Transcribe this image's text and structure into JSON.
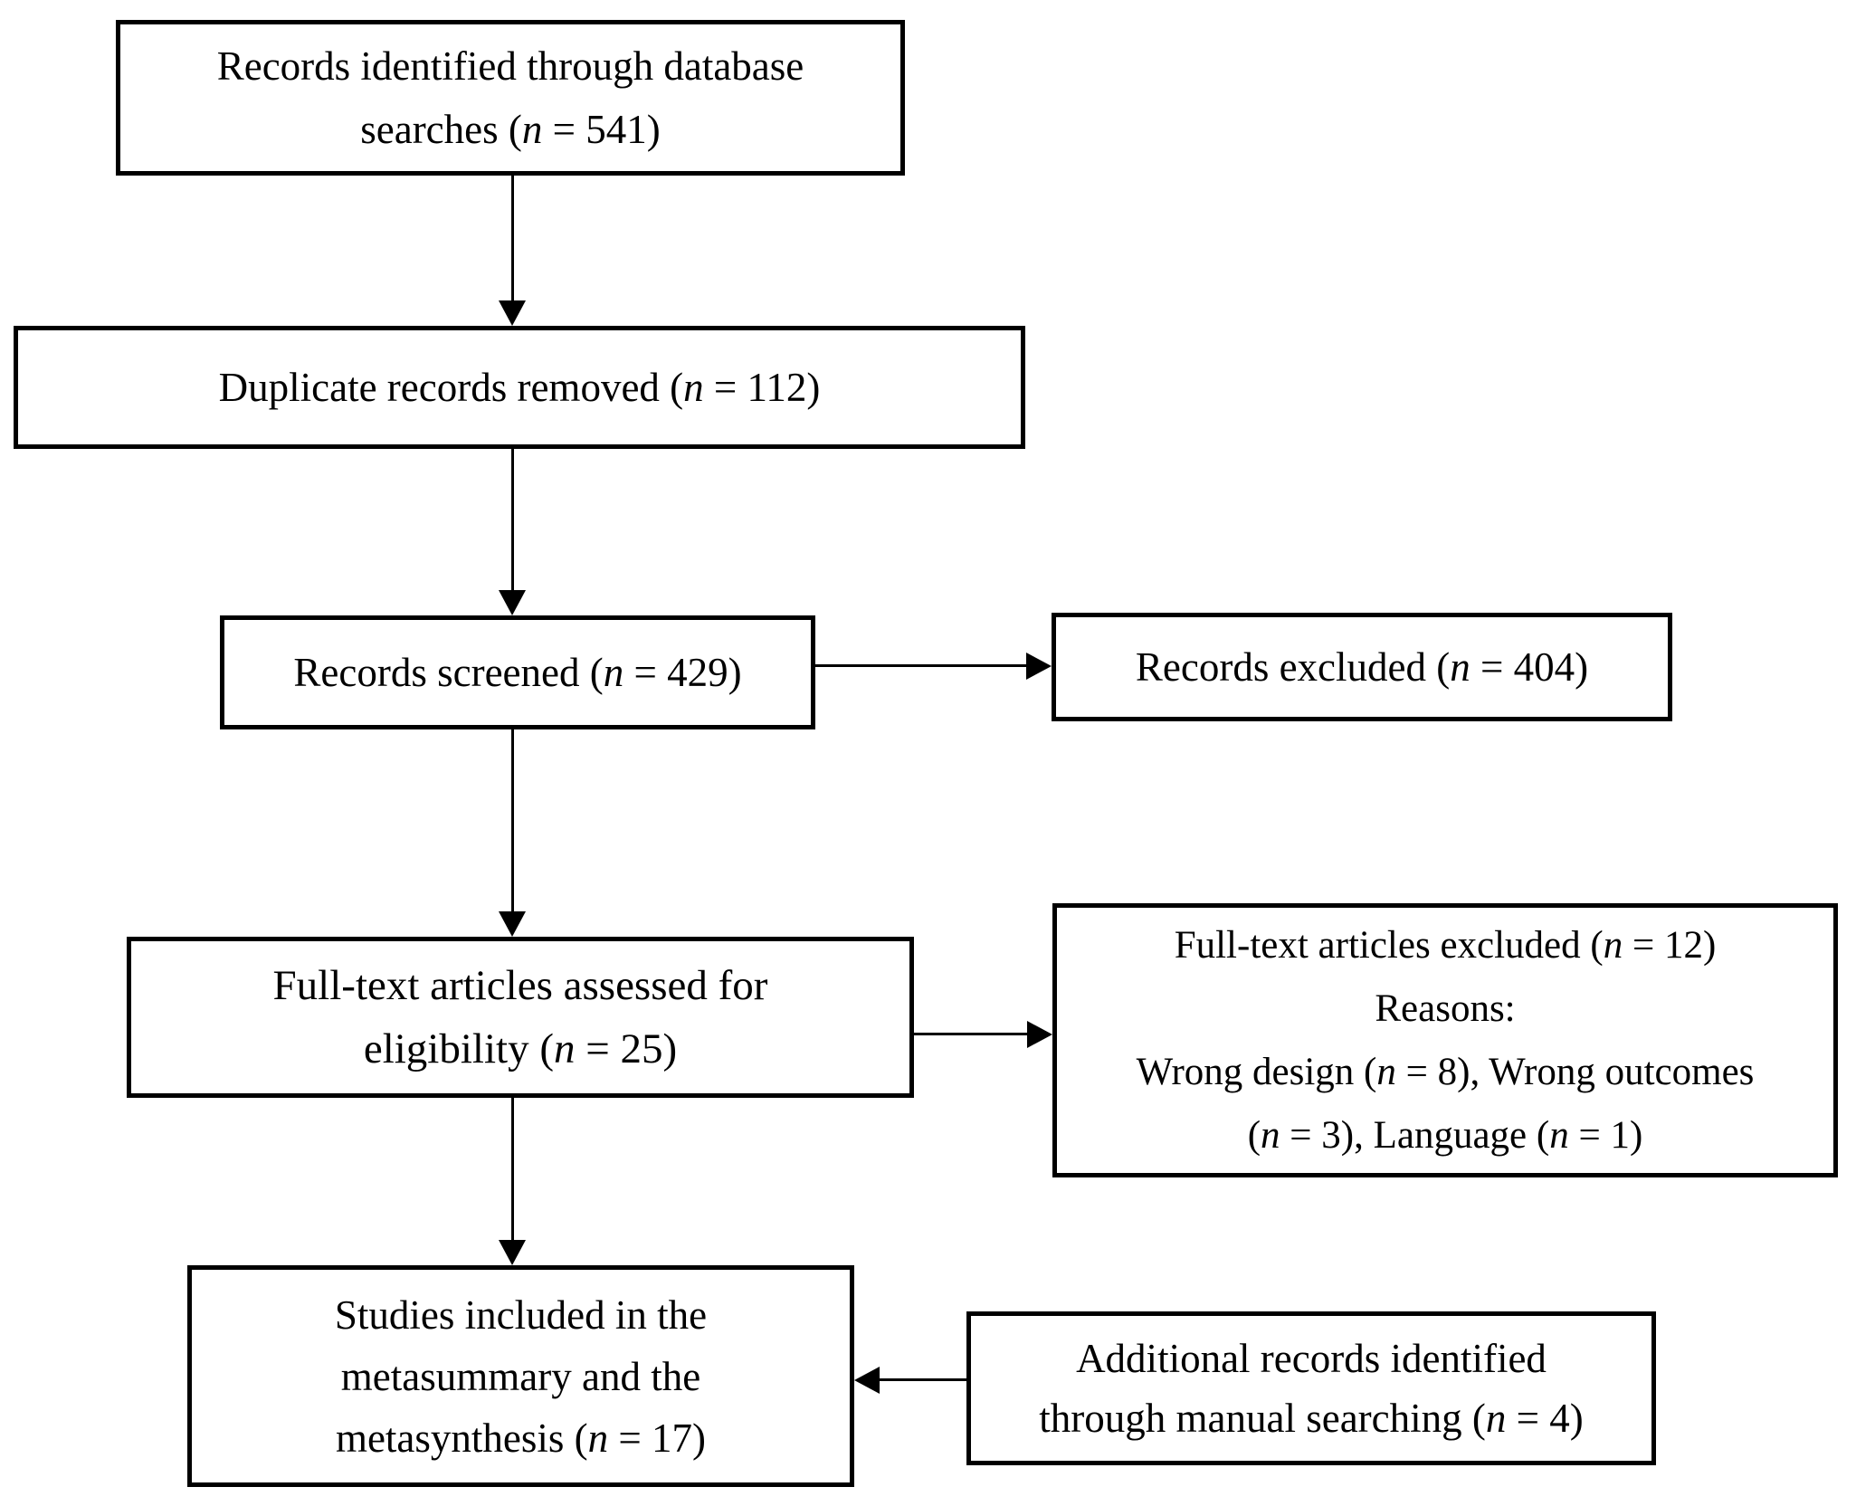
{
  "figure": {
    "kind": "study-selection-flow-diagram",
    "colors": {
      "background": "#ffffff",
      "box_border": "#000000",
      "text": "#000000",
      "arrow": "#000000"
    },
    "boxes": {
      "identified": {
        "lines": [
          [
            {
              "t": "Records identified through database"
            }
          ],
          [
            {
              "t": "searches ("
            },
            {
              "t": "n",
              "i": true
            },
            {
              "t": " = 541)"
            }
          ]
        ]
      },
      "duplicates": {
        "lines": [
          [
            {
              "t": "Duplicate records removed ("
            },
            {
              "t": "n",
              "i": true
            },
            {
              "t": " = 112)"
            }
          ]
        ]
      },
      "screened": {
        "lines": [
          [
            {
              "t": "Records screened ("
            },
            {
              "t": "n",
              "i": true
            },
            {
              "t": " = 429)"
            }
          ]
        ]
      },
      "records_excluded": {
        "lines": [
          [
            {
              "t": "Records excluded ("
            },
            {
              "t": "n",
              "i": true
            },
            {
              "t": " = 404)"
            }
          ]
        ]
      },
      "fulltext_assessed": {
        "lines": [
          [
            {
              "t": "Full-text articles assessed for"
            }
          ],
          [
            {
              "t": "eligibility ("
            },
            {
              "t": "n",
              "i": true
            },
            {
              "t": " = 25)"
            }
          ]
        ]
      },
      "fulltext_excluded": {
        "lines": [
          [
            {
              "t": "Full-text articles excluded ("
            },
            {
              "t": "n",
              "i": true
            },
            {
              "t": " = 12)"
            }
          ],
          [
            {
              "t": "Reasons:"
            }
          ],
          [
            {
              "t": "Wrong design ("
            },
            {
              "t": "n",
              "i": true
            },
            {
              "t": " = 8), Wrong outcomes"
            }
          ],
          [
            {
              "t": "("
            },
            {
              "t": "n",
              "i": true
            },
            {
              "t": " = 3), Language ("
            },
            {
              "t": "n",
              "i": true
            },
            {
              "t": " = 1)"
            }
          ]
        ]
      },
      "included": {
        "lines": [
          [
            {
              "t": "Studies included in the"
            }
          ],
          [
            {
              "t": "metasummary and the"
            }
          ],
          [
            {
              "t": "metasynthesis ("
            },
            {
              "t": "n",
              "i": true
            },
            {
              "t": " = 17)"
            }
          ]
        ]
      },
      "additional": {
        "lines": [
          [
            {
              "t": "Additional records identified"
            }
          ],
          [
            {
              "t": "through manual searching ("
            },
            {
              "t": "n",
              "i": true
            },
            {
              "t": " = 4)"
            }
          ]
        ]
      }
    }
  }
}
